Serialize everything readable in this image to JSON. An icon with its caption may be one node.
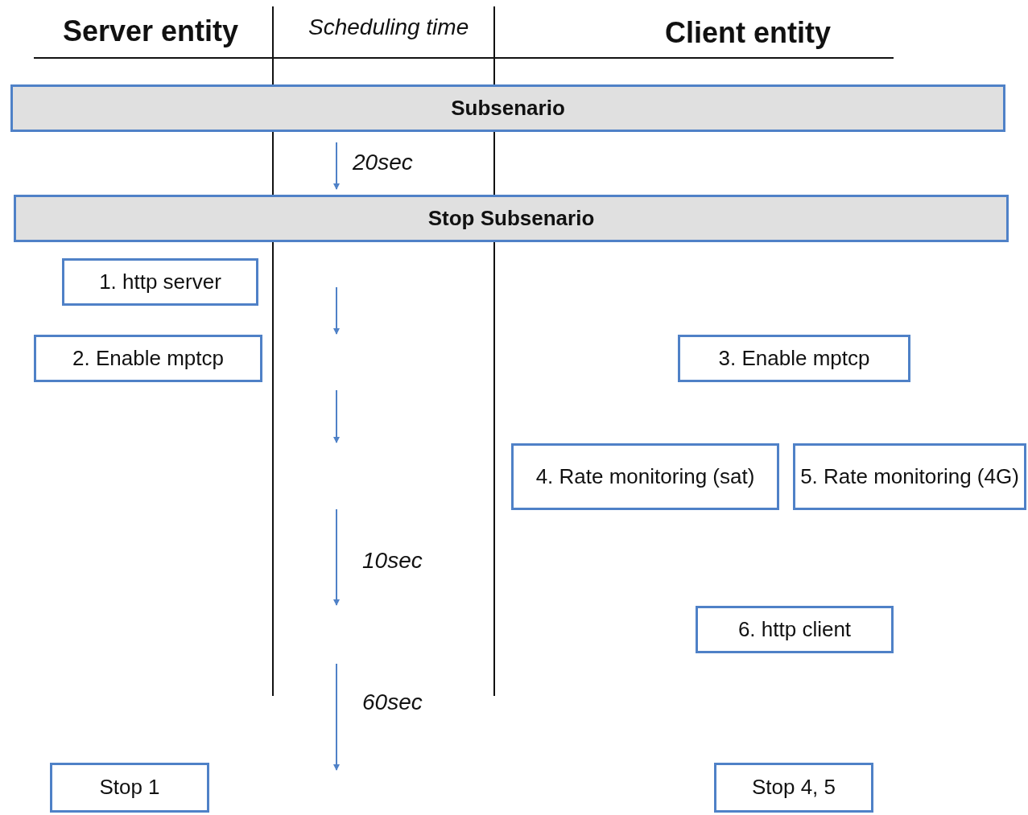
{
  "diagram": {
    "nodes": [
      {
        "text": [
          "Subsenario"
        ]
      },
      {
        "text": [
          "Stop Subsenario"
        ]
      },
      {
        "text": [
          "1. http server"
        ]
      },
      {
        "text": [
          "2. Enable mptcp"
        ]
      },
      {
        "text": [
          "3. Enable mptcp"
        ]
      },
      {
        "text": [
          "4. Rate monitoring (sat)"
        ]
      },
      {
        "text": [
          "5. Rate monitoring (4G)"
        ]
      },
      {
        "text": [
          "6. http client"
        ]
      },
      {
        "text": [
          "Stop 1"
        ]
      },
      {
        "text": [
          "Stop 4, 5"
        ]
      }
    ],
    "labels": [
      "Server entity",
      "Scheduling time",
      "Client entity",
      "20sec",
      "10sec",
      "60sec"
    ]
  }
}
